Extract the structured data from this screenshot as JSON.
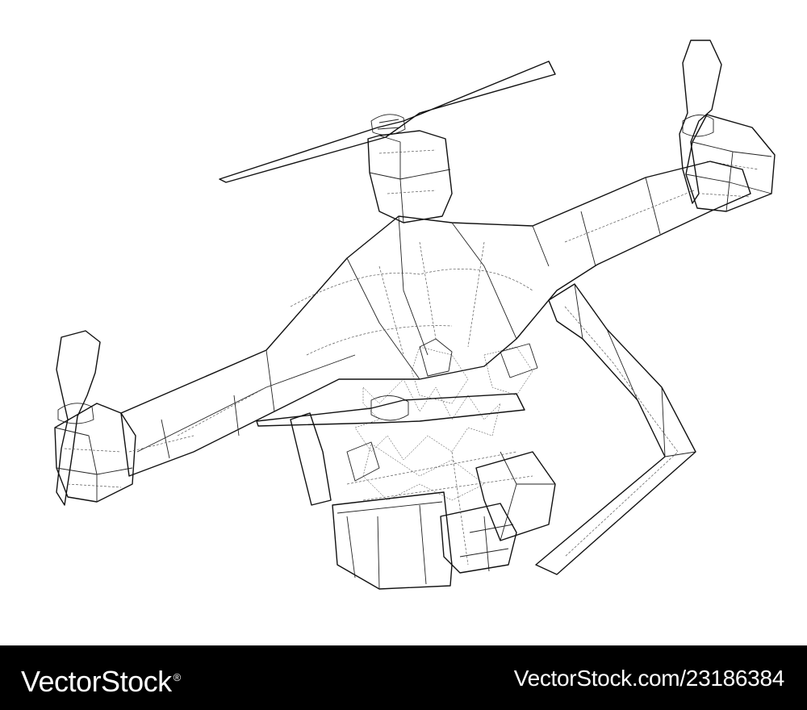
{
  "illustration": {
    "subject": "drone-wireframe",
    "stroke_color": "#111111",
    "background_color": "#ffffff"
  },
  "watermark": {
    "brand": "VectorStock",
    "registered_mark": "®",
    "url": "VectorStock.com/23186384",
    "bar_color": "#000000",
    "text_color": "#ffffff"
  }
}
